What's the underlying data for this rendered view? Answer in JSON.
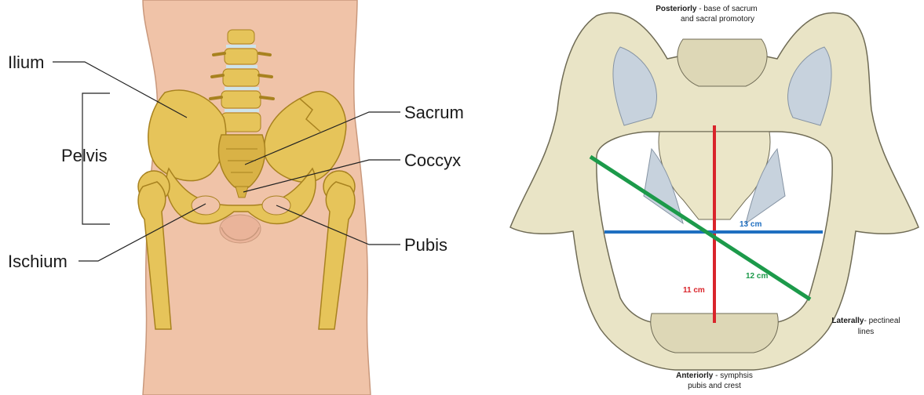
{
  "left_figure": {
    "labels": {
      "ilium": "Ilium",
      "pelvis": "Pelvis",
      "ischium": "Ischium",
      "sacrum": "Sacrum",
      "coccyx": "Coccyx",
      "pubis": "Pubis"
    }
  },
  "right_figure": {
    "posteriorly": {
      "bold": "Posteriorly",
      "rest1": " - base of sacrum",
      "line2": "and sacral promotory"
    },
    "laterally": {
      "bold": "Laterally",
      "rest1": "- pectineal",
      "line2": "lines"
    },
    "anteriorly": {
      "bold": "Anteriorly",
      "rest1": " - symphsis",
      "line2": "pubis and crest"
    },
    "measurements": {
      "transverse": {
        "label": "13 cm",
        "color": "#1f6fc0"
      },
      "oblique": {
        "label": "12 cm",
        "color": "#1c9a4a"
      },
      "ap": {
        "label": "11 cm",
        "color": "#d9242b"
      }
    }
  },
  "colors": {
    "bone": "#e6c45a",
    "bone_dark": "#b8912a",
    "skin": "#f0c3a8",
    "pale_bone": "#e9e4c6"
  }
}
